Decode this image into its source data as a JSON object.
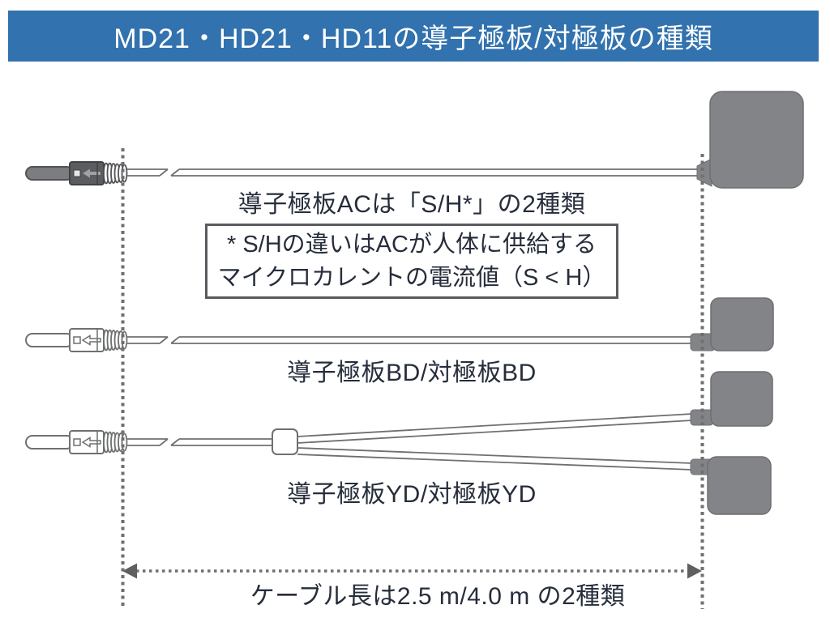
{
  "header": {
    "title": "MD21・HD21・HD11の導子極板/対極板の種類"
  },
  "labels": {
    "ac": "導子極板ACは「S/H*」の2種類",
    "bd": "導子極板BD/対極板BD",
    "yd": "導子極板YD/対極板YD",
    "cable_length": "ケーブル長は2.5 m/4.0 m の2種類"
  },
  "note": {
    "line1": "* S/Hの違いはACが人体に供給する",
    "line2": "マイクロカレントの電流値（S < H）"
  },
  "icons": {
    "plug": "banana-plug-connector-icon",
    "pad": "electrode-pad-icon",
    "arrow": "double-headed-measure-arrow-icon"
  },
  "colors": {
    "header_bg": "#3272AE",
    "header_text": "#FFFFFF",
    "pad_fill": "#828487",
    "pad_stroke": "#6D6F72",
    "cable_outline": "#6E7071",
    "dotted_line": "#6F6F6F",
    "text": "#262D3B",
    "note_border": "#595B5E"
  }
}
